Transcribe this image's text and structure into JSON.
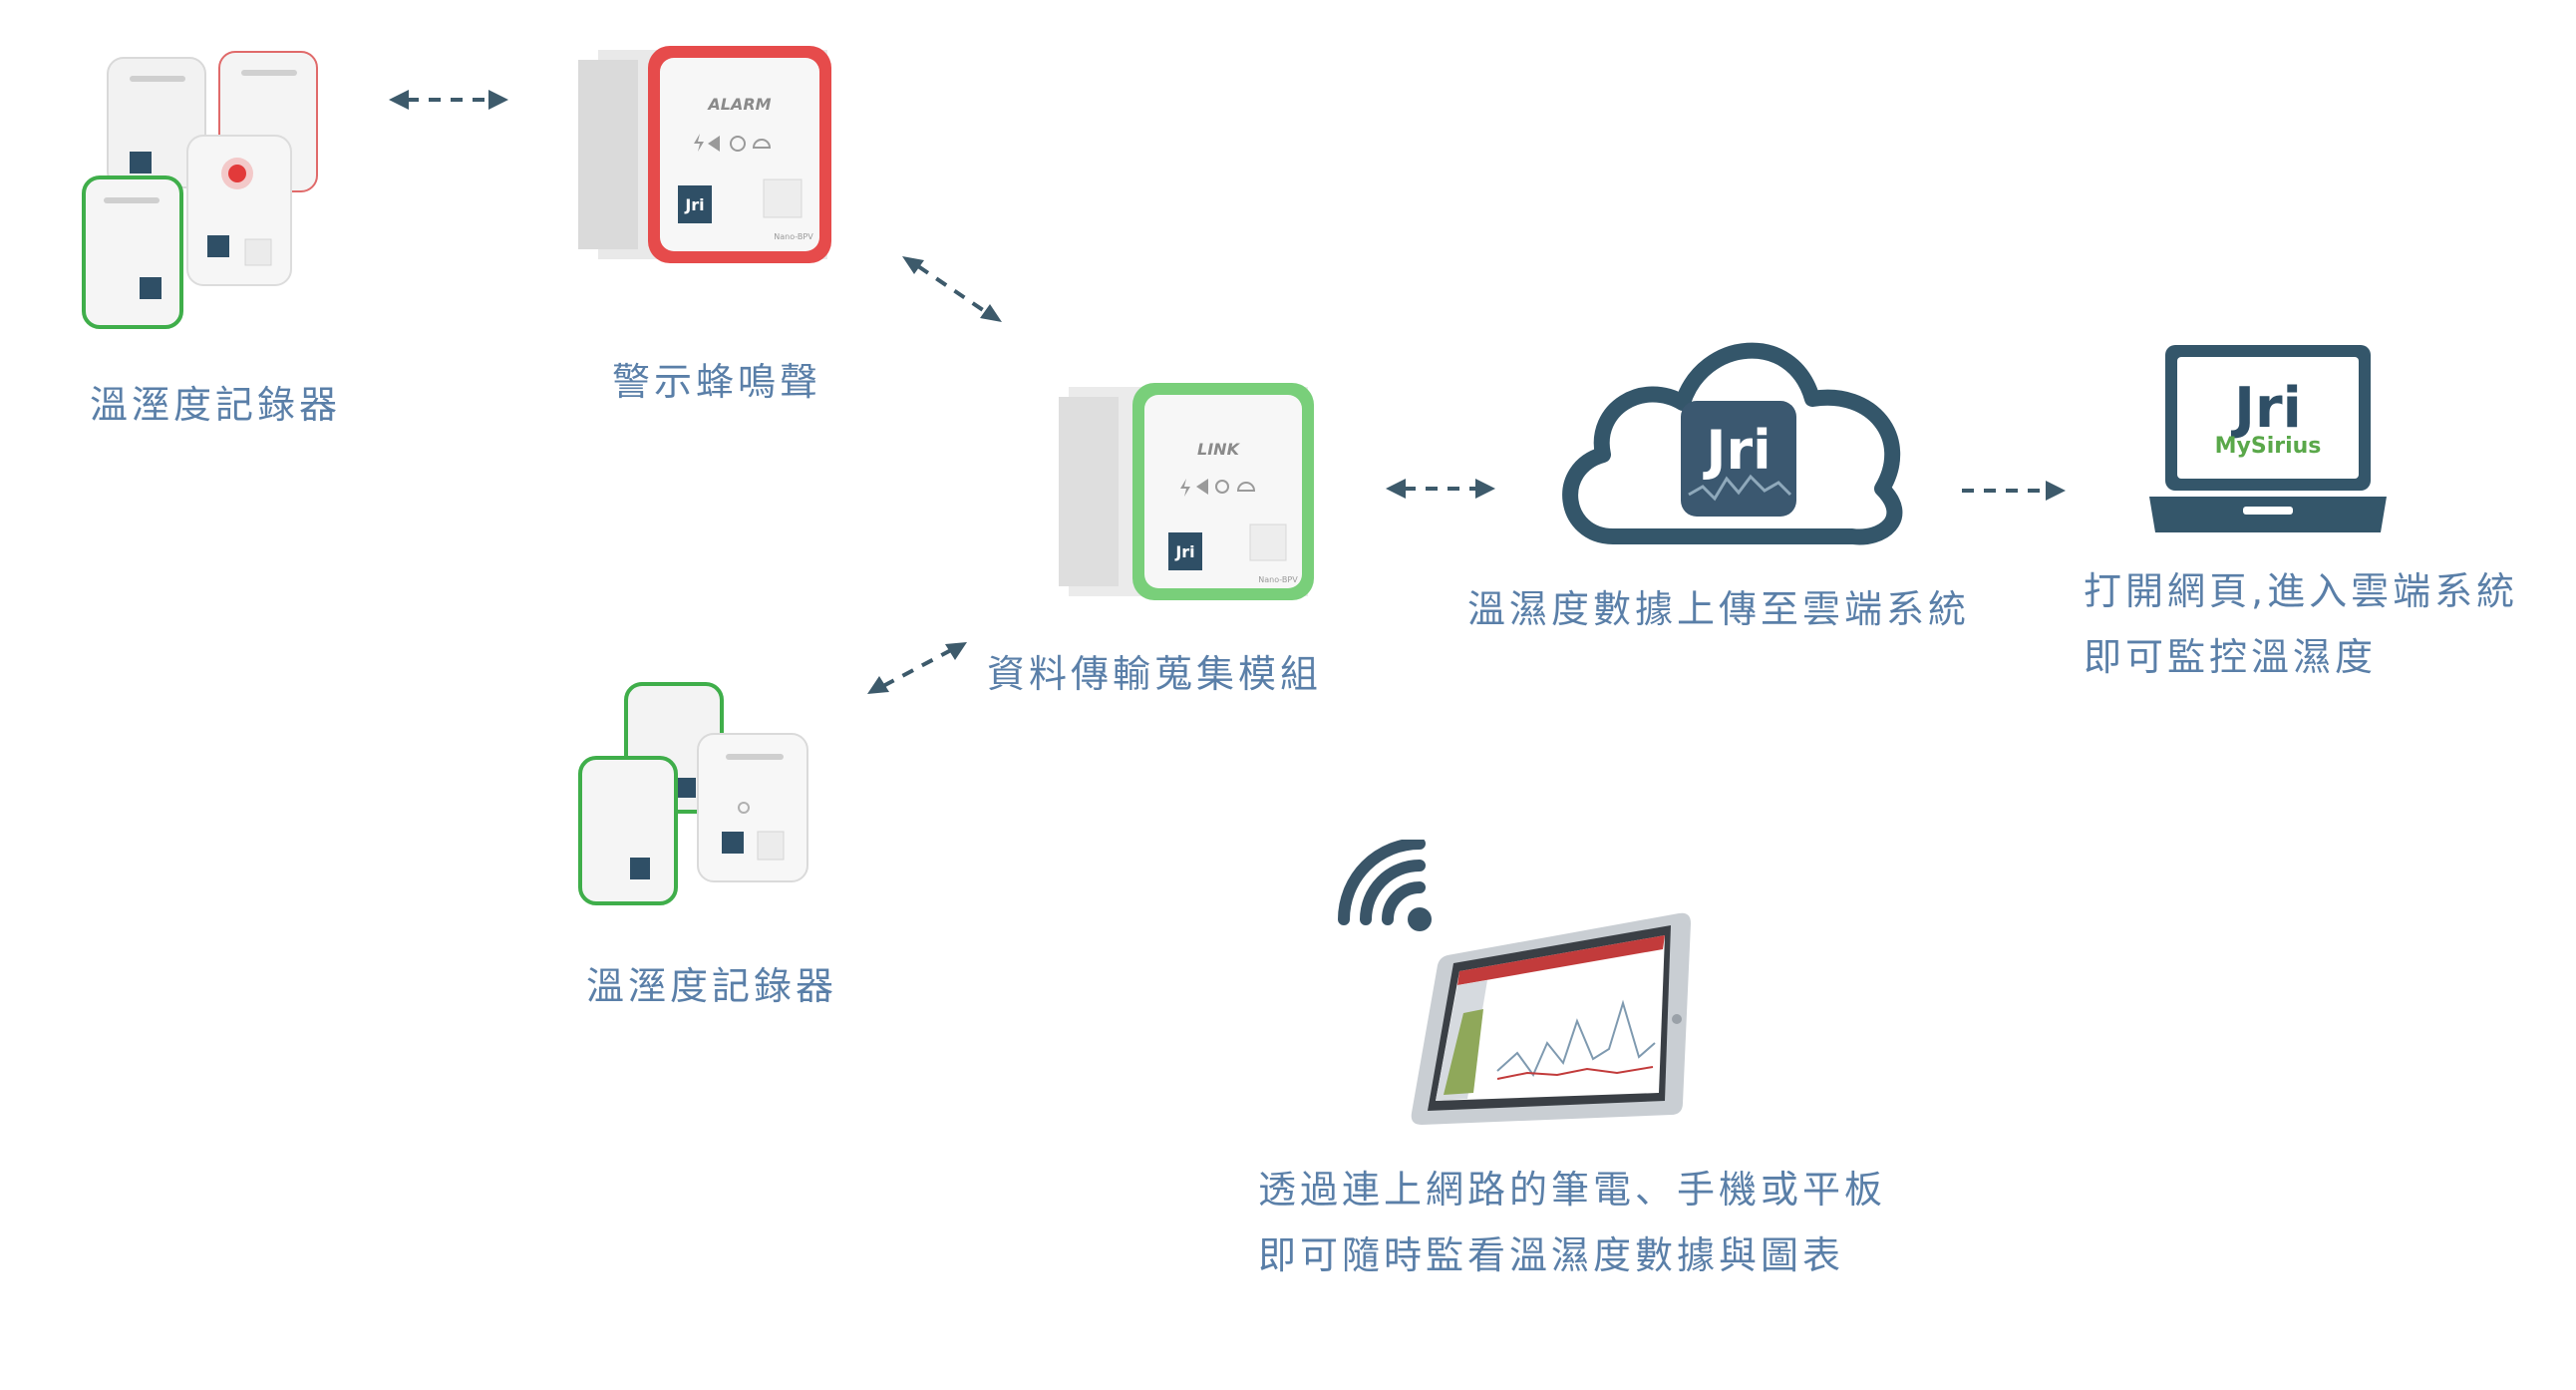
{
  "nodes": {
    "loggers_top": {
      "label": "溫溼度記錄器"
    },
    "alarm": {
      "label": "警示蜂鳴聲",
      "panel_text": "ALARM",
      "model": "Nano-BPV"
    },
    "link": {
      "label": "資料傳輸蒐集模組",
      "panel_text": "LINK",
      "model": "Nano-BPV"
    },
    "cloud": {
      "label": "溫濕度數據上傳至雲端系統"
    },
    "laptop": {
      "lines": [
        "打開網頁,進入雲端系統",
        "即可監控溫濕度"
      ],
      "logo": "Jri",
      "logo_sub": "MySirius"
    },
    "loggers_bottom": {
      "label": "溫溼度記錄器"
    },
    "tablet": {
      "lines": [
        "透過連上網路的筆電、手機或平板",
        "即可隨時監看溫濕度數據與圖表"
      ]
    }
  },
  "brand": {
    "logo": "Jri"
  },
  "colors": {
    "label_text": "#5a7fa8",
    "arrow": "#3d5a6b",
    "cloud_stroke": "#34566a",
    "alarm_frame": "#e14a4a",
    "link_frame": "#5cc15e",
    "logger_accent": "#3fae4a"
  }
}
